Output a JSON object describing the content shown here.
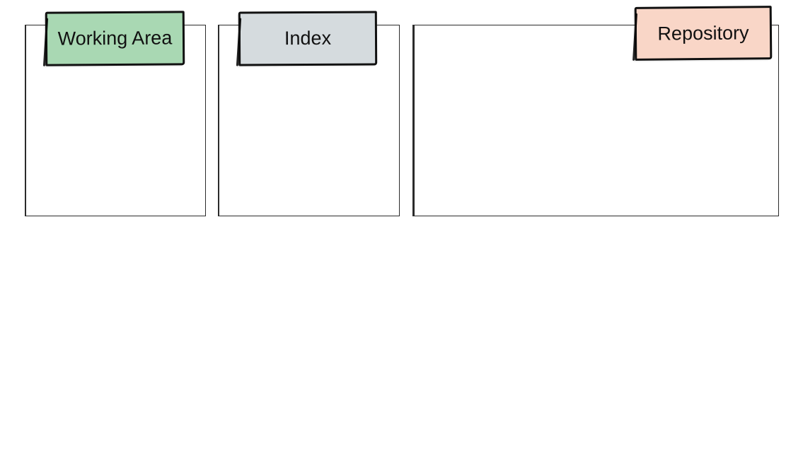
{
  "diagram": {
    "areas": [
      {
        "label": "Working Area",
        "color": "#a9d8b3"
      },
      {
        "label": "Index",
        "color": "#d5dbde"
      },
      {
        "label": "Repository",
        "color": "#f9d6c7"
      }
    ]
  }
}
